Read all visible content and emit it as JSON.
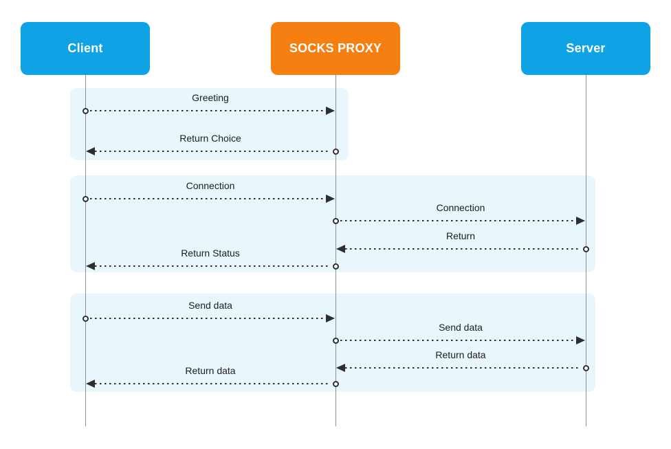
{
  "diagram": {
    "participants": [
      {
        "id": "client",
        "label": "Client",
        "color": "#0fa3e6"
      },
      {
        "id": "proxy",
        "label": "SOCKS PROXY",
        "color": "#f57f11"
      },
      {
        "id": "server",
        "label": "Server",
        "color": "#0fa3e6"
      }
    ],
    "groups": [
      {
        "messages": [
          {
            "label": "Greeting",
            "from": "client",
            "to": "proxy"
          },
          {
            "label": "Return Choice",
            "from": "proxy",
            "to": "client"
          }
        ]
      },
      {
        "messages": [
          {
            "label": "Connection",
            "from": "client",
            "to": "proxy"
          },
          {
            "label": "Connection",
            "from": "proxy",
            "to": "server"
          },
          {
            "label": "Return",
            "from": "server",
            "to": "proxy"
          },
          {
            "label": "Return Status",
            "from": "proxy",
            "to": "client"
          }
        ]
      },
      {
        "messages": [
          {
            "label": "Send data",
            "from": "client",
            "to": "proxy"
          },
          {
            "label": "Send data",
            "from": "proxy",
            "to": "server"
          },
          {
            "label": "Return data",
            "from": "server",
            "to": "proxy"
          },
          {
            "label": "Return data",
            "from": "proxy",
            "to": "client"
          }
        ]
      }
    ],
    "colors": {
      "band": "#e9f6fc",
      "arrow": "#2e2e2e",
      "lifeline": "#8f8f8f",
      "title_text": "#ffffff",
      "label_text": "#1c1c1c"
    }
  }
}
